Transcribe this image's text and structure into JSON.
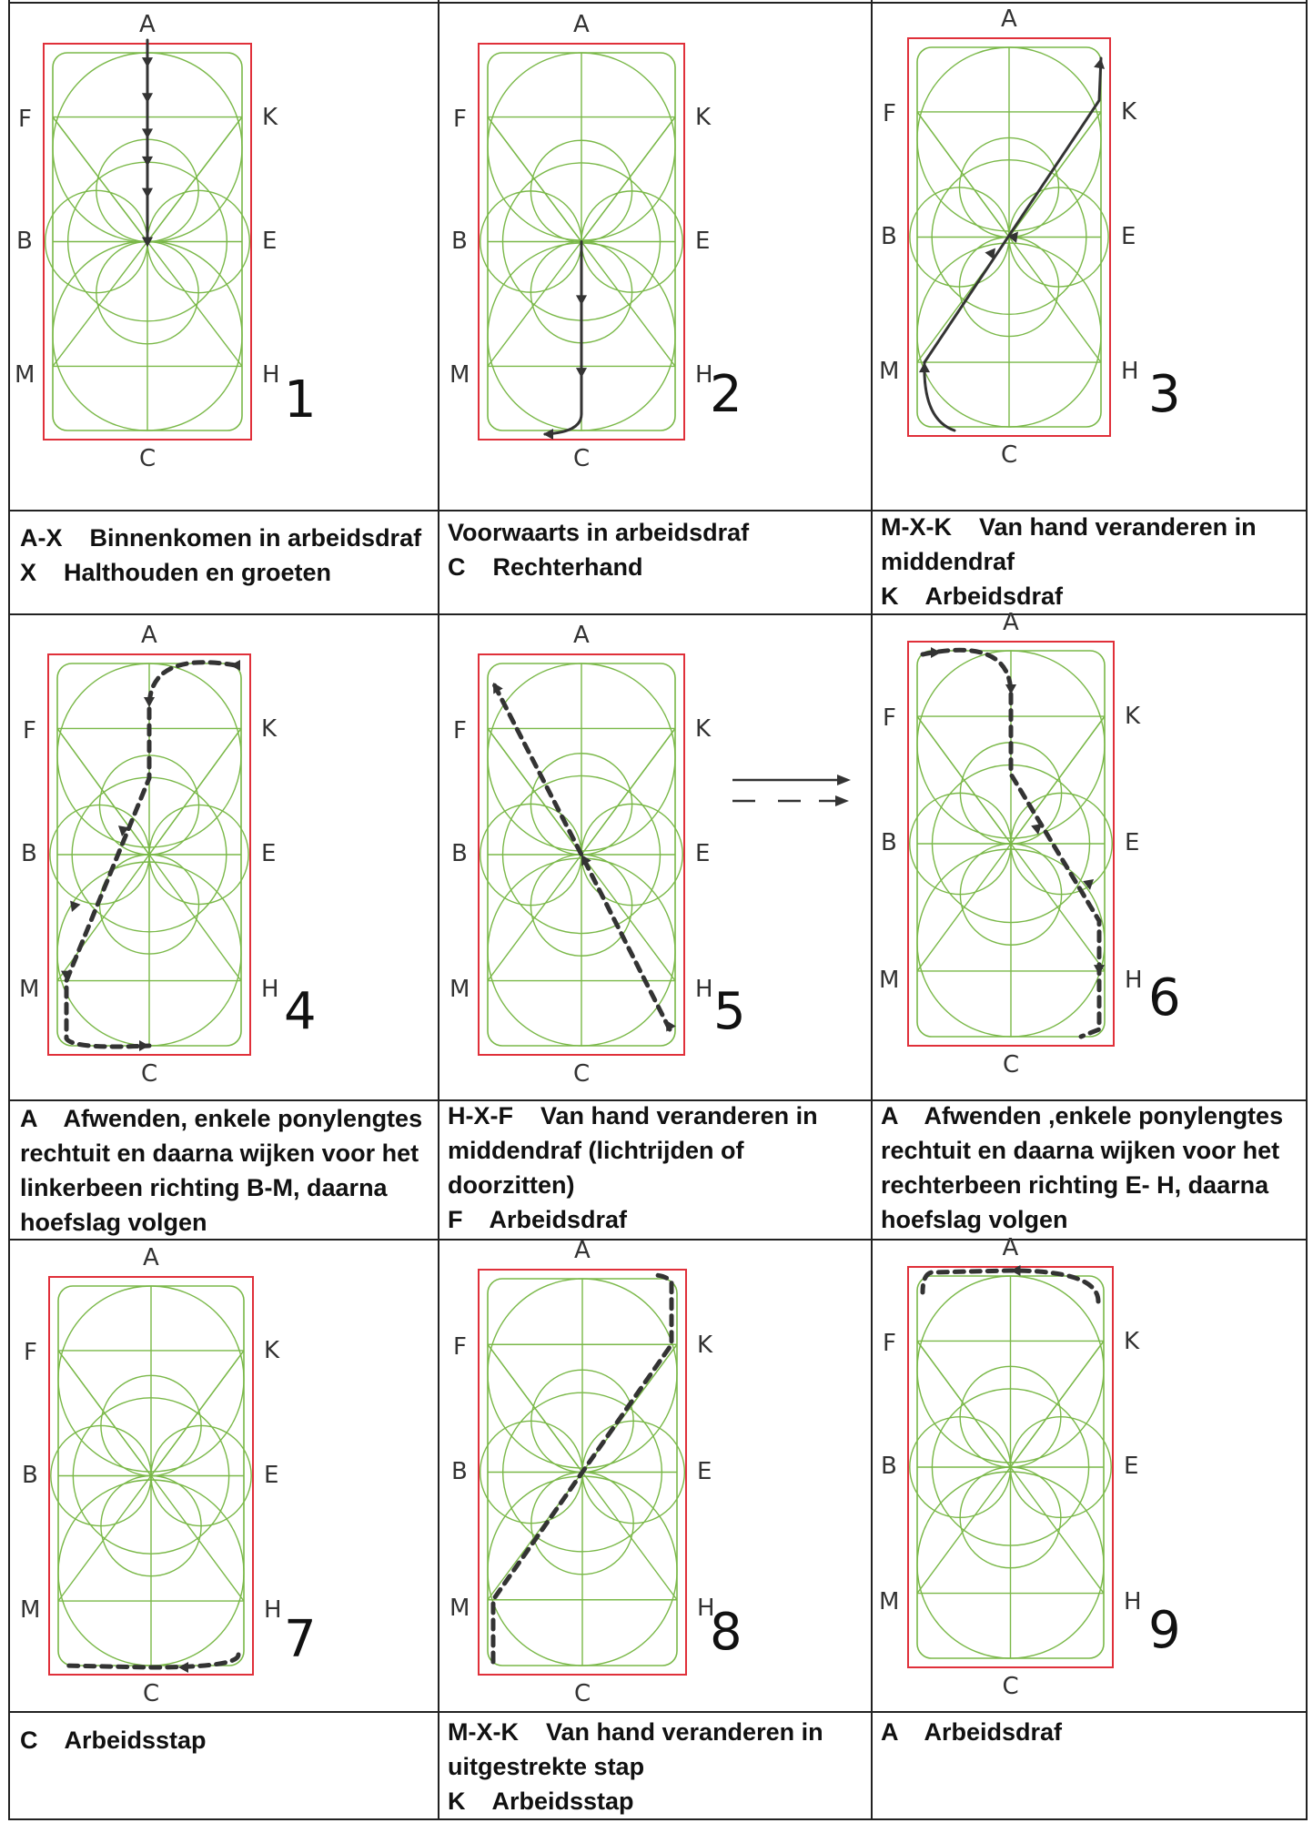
{
  "header_fragment": "",
  "letters": {
    "top": "A",
    "bottom": "C",
    "left_upper": "F",
    "left_mid": "B",
    "left_lower": "M",
    "right_upper": "K",
    "right_mid": "E",
    "right_lower": "H"
  },
  "colors": {
    "arena_border": "#e0303a",
    "figure_lines": "#7ab848",
    "path": "#333333",
    "rule": "#222222"
  },
  "cells": [
    {
      "number": "1",
      "lines": [
        "A-X    Binnenkomen in arbeidsdraf",
        "X    Halthouden en groeten"
      ],
      "path": "1"
    },
    {
      "number": "2",
      "lines": [
        "Voorwaarts in arbeidsdraf",
        "C    Rechterhand"
      ],
      "path": "2"
    },
    {
      "number": "3",
      "lines": [
        "M-X-K    Van hand veranderen in",
        "middendraf",
        "K    Arbeidsdraf"
      ],
      "path": "3"
    },
    {
      "number": "4",
      "lines": [
        "A    Afwenden, enkele ponylengtes",
        "rechtuit en daarna wijken voor het",
        "linkerbeen richting B-M, daarna",
        "hoefslag volgen"
      ],
      "path": "4"
    },
    {
      "number": "5",
      "lines": [
        "H-X-F    Van hand veranderen in",
        "middendraf (lichtrijden of",
        "doorzitten)",
        "F    Arbeidsdraf"
      ],
      "path": "5"
    },
    {
      "number": "6",
      "lines": [
        "A    Afwenden ,enkele ponylengtes",
        "rechtuit en daarna wijken voor het",
        "rechterbeen richting E- H, daarna",
        "hoefslag volgen"
      ],
      "path": "6"
    },
    {
      "number": "7",
      "lines": [
        "C    Arbeidsstap"
      ],
      "path": "7"
    },
    {
      "number": "8",
      "lines": [
        "M-X-K    Van hand veranderen in",
        "uitgestrekte stap",
        "K    Arbeidsstap"
      ],
      "path": "8"
    },
    {
      "number": "9",
      "lines": [
        "A    Arbeidsdraf"
      ],
      "path": "9"
    }
  ]
}
